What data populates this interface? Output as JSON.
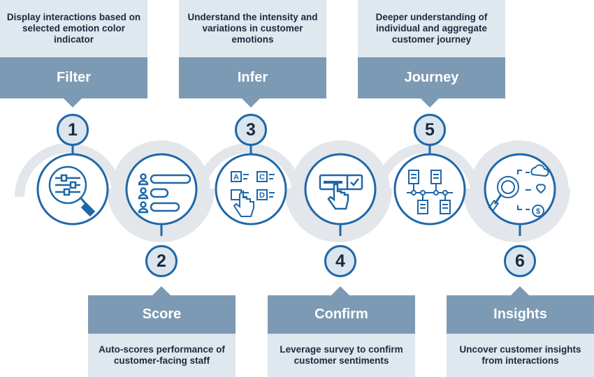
{
  "colors": {
    "band": "#7d9ab4",
    "desc_bg": "#dfe7ef",
    "circle_border": "#1f67a8",
    "ring": "#e3e6ea",
    "text_dark": "#1b2a3c"
  },
  "steps": [
    {
      "number": "1",
      "title": "Filter",
      "description": "Display interactions based on selected emotion color indicator",
      "icon": "filter-magnifier-icon"
    },
    {
      "number": "2",
      "title": "Score",
      "description": "Auto-scores performance of customer-facing staff",
      "icon": "score-bars-icon"
    },
    {
      "number": "3",
      "title": "Infer",
      "description": "Understand the intensity and variations in customer emotions",
      "icon": "choice-hand-icon"
    },
    {
      "number": "4",
      "title": "Confirm",
      "description": "Leverage survey to confirm customer sentiments",
      "icon": "survey-check-icon"
    },
    {
      "number": "5",
      "title": "Journey",
      "description": "Deeper understanding of individual and aggregate customer journey",
      "icon": "journey-docs-icon"
    },
    {
      "number": "6",
      "title": "Insights",
      "description": "Uncover customer insights from interactions",
      "icon": "insights-search-icon"
    }
  ]
}
